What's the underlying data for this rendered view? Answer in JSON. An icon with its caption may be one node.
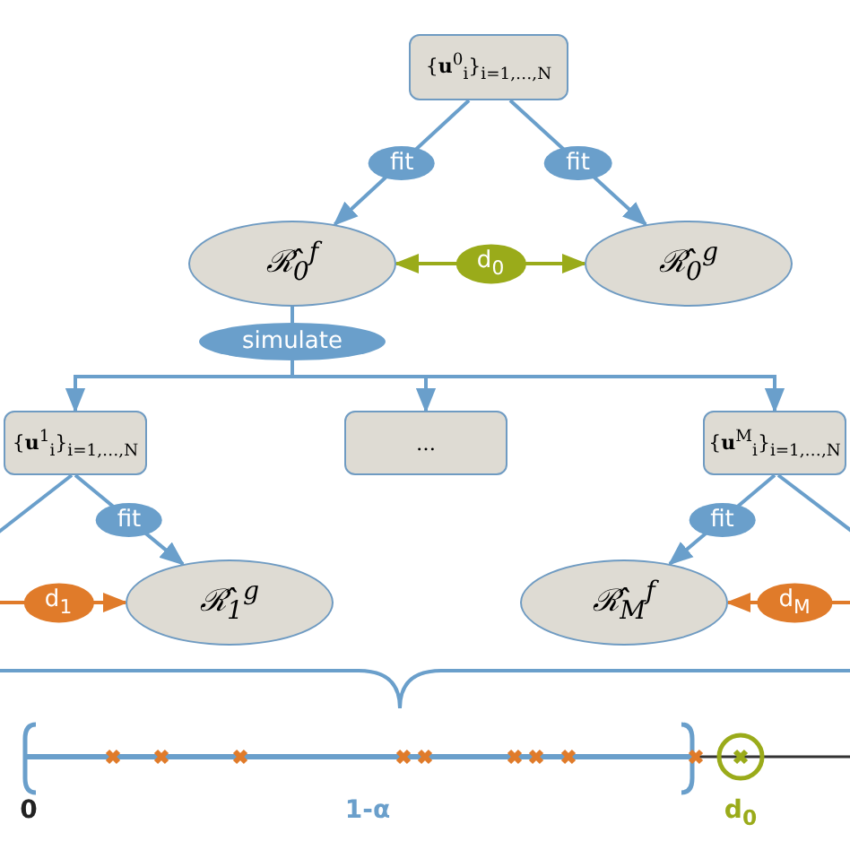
{
  "diagram": {
    "nodes": [
      {
        "text": [
          "{**u**$^{0}$$_{i}$}$_{i=1,…,N}$"
        ]
      },
      {
        "text": [
          "ℛ̂$_{0}$$^{f}$"
        ]
      },
      {
        "text": [
          "ℛ̂$_{0}$$^{g}$"
        ]
      },
      {
        "text": [
          "simulate"
        ]
      },
      {
        "text": [
          "{**u**$^{1}$$_{i}$}$_{i=1,…,N}$"
        ]
      },
      {
        "text": [
          "…"
        ]
      },
      {
        "text": [
          "{**u**$^{M}$$_{i}$}$_{i=1,…,N}$"
        ]
      },
      {
        "text": [
          "ℛ̂$_{1}$$^{g}$"
        ]
      },
      {
        "text": [
          "ℛ̂$_{M}$$^{f}$"
        ]
      }
    ],
    "edges": [
      {
        "from": 0,
        "to": 1,
        "arrow": "to",
        "label": "fit"
      },
      {
        "from": 0,
        "to": 2,
        "arrow": "to",
        "label": "fit"
      },
      {
        "from": 1,
        "to": 2,
        "arrow": "both",
        "label": "d$_{0}$",
        "color": "#9aab1a"
      },
      {
        "from": 1,
        "to": 3,
        "arrow": "none"
      },
      {
        "from": 3,
        "to": 4,
        "arrow": "to"
      },
      {
        "from": 3,
        "to": 5,
        "arrow": "to"
      },
      {
        "from": 3,
        "to": 6,
        "arrow": "to"
      },
      {
        "from": 4,
        "to": null,
        "arrow": "none"
      },
      {
        "from": 4,
        "to": 7,
        "arrow": "to",
        "label": "fit"
      },
      {
        "from": null,
        "to": 7,
        "arrow": "to",
        "label": "d$_{1}$",
        "color": "#e07b2a"
      },
      {
        "from": 6,
        "to": 8,
        "arrow": "to",
        "label": "fit"
      },
      {
        "from": 6,
        "to": null,
        "arrow": "none"
      },
      {
        "from": null,
        "to": 8,
        "arrow": "to",
        "label": "d$_{M}$",
        "color": "#e07b2a"
      }
    ],
    "labels": [
      "0",
      "1-α",
      "d$_{0}$"
    ]
  }
}
